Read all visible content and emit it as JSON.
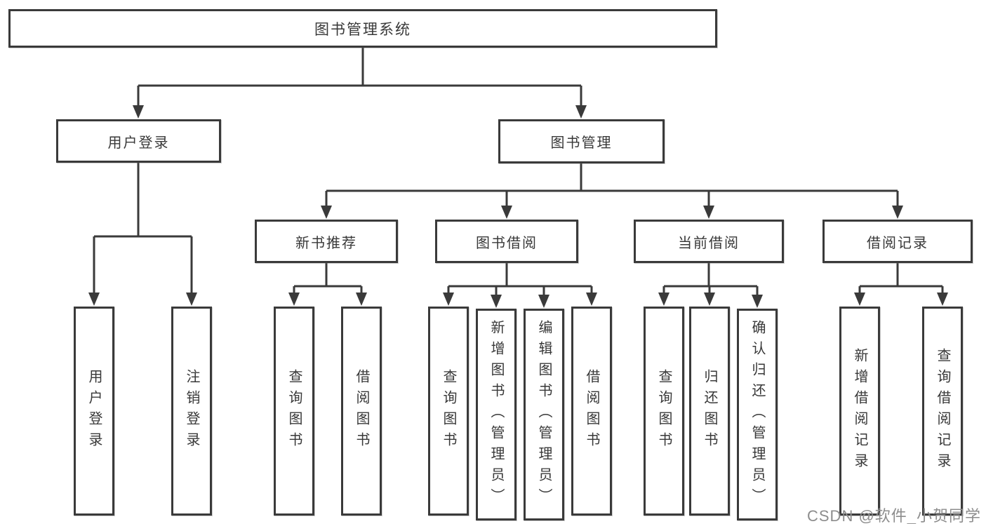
{
  "diagram": {
    "title": "图书管理系统",
    "root": {
      "label": "图书管理系统"
    },
    "level1": [
      {
        "label": "用户登录"
      },
      {
        "label": "图书管理"
      }
    ],
    "level2": [
      {
        "label": "新书推荐"
      },
      {
        "label": "图书借阅"
      },
      {
        "label": "当前借阅"
      },
      {
        "label": "借阅记录"
      }
    ],
    "leaves": {
      "user_login": [
        {
          "label": "用户登录"
        },
        {
          "label": "注销登录"
        }
      ],
      "new_book": [
        {
          "label": "查询图书"
        },
        {
          "label": "借阅图书"
        }
      ],
      "book_borrow": [
        {
          "label": "查询图书"
        },
        {
          "label": "新增图书（管理员）"
        },
        {
          "label": "编辑图书（管理员）"
        },
        {
          "label": "借阅图书"
        }
      ],
      "current_borrow": [
        {
          "label": "查询图书"
        },
        {
          "label": "归还图书"
        },
        {
          "label": "确认归还（管理员）"
        }
      ],
      "borrow_record": [
        {
          "label": "新增借阅记录"
        },
        {
          "label": "查询借阅记录"
        }
      ]
    },
    "watermark": "CSDN @软件_小贺同学",
    "colors": {
      "line": "#3a3a3a",
      "box_border": "#3a3a3a",
      "text": "#383838",
      "watermark": "#8d8d8d",
      "background": "#ffffff"
    }
  }
}
